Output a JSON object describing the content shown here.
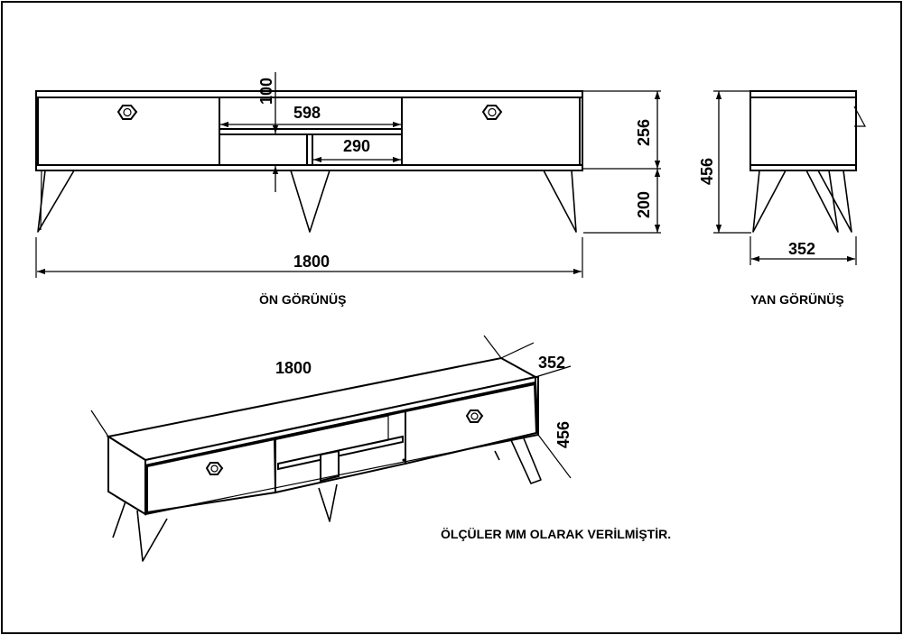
{
  "front_view": {
    "caption": "ÖN GÖRÜNÜŞ",
    "width": "1800",
    "height_cabinet": "256",
    "height_leg": "200",
    "shelf_gap": "100",
    "open_width": "598",
    "divider_width": "290"
  },
  "side_view": {
    "caption": "YAN GÖRÜNÜŞ",
    "depth": "352",
    "total_height": "456"
  },
  "iso_view": {
    "width": "1800",
    "depth": "352",
    "height": "456"
  },
  "note": "ÖLÇÜLER MM OLARAK VERİLMİŞTİR."
}
